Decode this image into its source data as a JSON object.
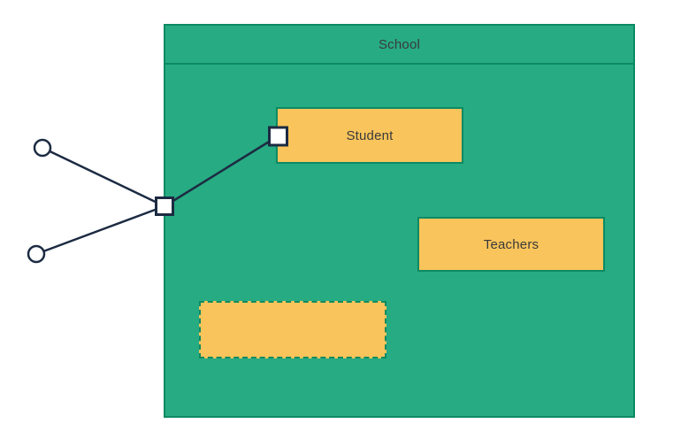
{
  "colors": {
    "canvas_background": "#ffffff",
    "container_fill": "#27ab83",
    "container_stroke": "#0c8a63",
    "node_fill": "#f9c45b",
    "node_stroke": "#0c8a63",
    "link_stroke": "#1c2b42",
    "handle_fill": "#ffffff",
    "label_text": "#3a3a3a"
  },
  "container": {
    "label": "School"
  },
  "nodes": {
    "student": {
      "label": "Student"
    },
    "teachers": {
      "label": "Teachers"
    },
    "ghost": {
      "label": ""
    }
  }
}
